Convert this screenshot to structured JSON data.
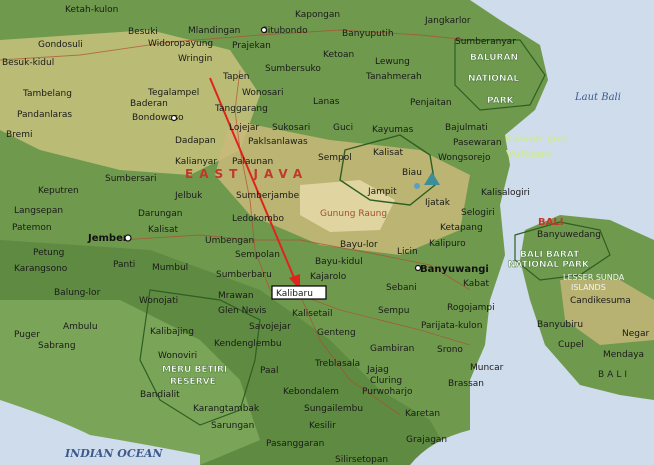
{
  "map": {
    "region_label": "EAST JAVA",
    "sea_labels": {
      "indian_ocean": "INDIAN OCEAN",
      "laut_bali": "Laut Bali"
    },
    "parks": {
      "baluran": [
        "BALURAN",
        "NATIONAL",
        "PARK"
      ],
      "meru_betiri": [
        "MERU BETIRI",
        "RESERVE"
      ],
      "bali_barat": [
        "BALI BARAT",
        "NATIONAL PARK"
      ]
    },
    "volcano": [
      "Kawah Ijen",
      "Vulkaan"
    ],
    "gunung": "Gunung Raung",
    "bali": {
      "label": "BALI",
      "lower": "BALI",
      "lesser": [
        "LESSER SUNDA",
        "ISLANDS"
      ]
    },
    "highlight": "Kalibaru",
    "places": {
      "ketah_kulon": "Ketah-kulon",
      "kapongan": "Kapongan",
      "jangkarlor": "Jangkarlor",
      "besuki": "Besuki",
      "mlandingan": "Mlandingan",
      "situbondo": "Situbondo",
      "banyuputih": "Banyuputih",
      "sumberanyar": "Sumberanyar",
      "gondosuli": "Gondosuli",
      "widoropayung": "Widoropayung",
      "prajekan": "Prajekan",
      "besuk_kidul": "Besuk-kidul",
      "wringin": "Wringin",
      "ketoan": "Ketoan",
      "lewung": "Lewung",
      "sumbersuko": "Sumbersuko",
      "tapen": "Tapen",
      "tanahmerah": "Tanahmerah",
      "tambelang": "Tambelang",
      "tegalampel": "Tegalampel",
      "wonosari": "Wonosari",
      "pandanlaras": "Pandanlaras",
      "baderan": "Baderan",
      "tanggarang": "Tanggarang",
      "lanas": "Lanas",
      "penjaitan": "Penjaitan",
      "bondowoso": "Bondowoso",
      "lojejar": "Lojejar",
      "sukosari": "Sukosari",
      "guci": "Guci",
      "kayumas": "Kayumas",
      "bajulmati": "Bajulmati",
      "bremi": "Bremi",
      "dadapan": "Dadapan",
      "paklsanlawas": "Paklsanlawas",
      "pasewaran": "Pasewaran",
      "wongsorejo": "Wongsorejo",
      "kalisat": "Kalisat",
      "kalianyar": "Kalianyar",
      "palaunan": "Palaunan",
      "sempol": "Sempol",
      "biau": "Biau",
      "sumbersari": "Sumbersari",
      "keputren": "Keputren",
      "jelbuk": "Jelbuk",
      "sumberjambe": "Sumberjambe",
      "jampit": "Jampit",
      "kalisalogiri": "Kalisalogiri",
      "langsepan": "Langsepan",
      "darungan": "Darungan",
      "ledokombo": "Ledokombo",
      "patemon": "Patemon",
      "kalisat2": "Kalisat",
      "selogiri": "Selogiri",
      "ijatak": "Ijatak",
      "ketapang": "Ketapang",
      "jember": "Jember",
      "umbengan": "Umbengan",
      "banyuwedang": "Banyuwedang",
      "petung": "Petung",
      "sempolan": "Sempolan",
      "bayu_lor": "Bayu-lor",
      "licin": "Licin",
      "kalipuro": "Kalipuro",
      "karangsono": "Karangsono",
      "panti": "Panti",
      "mumbul": "Mumbul",
      "bayu_kidul": "Bayu-kidul",
      "banyuwangi": "Banyuwangi",
      "sumberbaru": "Sumberbaru",
      "kajarolo": "Kajarolo",
      "kabat": "Kabat",
      "sebani": "Sebani",
      "balung_lor": "Balung-lor",
      "wonojati": "Wonojati",
      "mrawan": "Mrawan",
      "candikesuma": "Candikesuma",
      "rogojampi": "Rogojampi",
      "glen_nevis": "Glen Nevis",
      "kalisetail": "Kalisetail",
      "sempu": "Sempu",
      "puger": "Puger",
      "ambulu": "Ambulu",
      "savojejar": "Savojejar",
      "parijata_kulon": "Parijata-kulon",
      "banyubiru": "Banyubiru",
      "negara": "Negar",
      "kalibajing": "Kalibajing",
      "genteng": "Genteng",
      "cupel": "Cupel",
      "sabrang": "Sabrang",
      "kendenglembu": "Kendenglembu",
      "gambiran": "Gambiran",
      "srono": "Srono",
      "mendaya": "Mendaya",
      "wonoviri": "Wonoviri",
      "paal": "Paal",
      "treblasala": "Treblasala",
      "jajag": "Jajag",
      "muncar": "Muncar",
      "cluring": "Cluring",
      "brassan": "Brassan",
      "bandialit": "Bandialit",
      "kebondalem": "Kebondalem",
      "purwoharjo": "Purwoharjo",
      "karangtambak": "Karangtambak",
      "sungailembu": "Sungailembu",
      "karetan": "Karetan",
      "sarungan": "Sarungan",
      "kesilir": "Kesilir",
      "pasanggaran": "Pasanggaran",
      "grajagan": "Grajagan",
      "silirsetopan": "Silirsetopan"
    }
  }
}
